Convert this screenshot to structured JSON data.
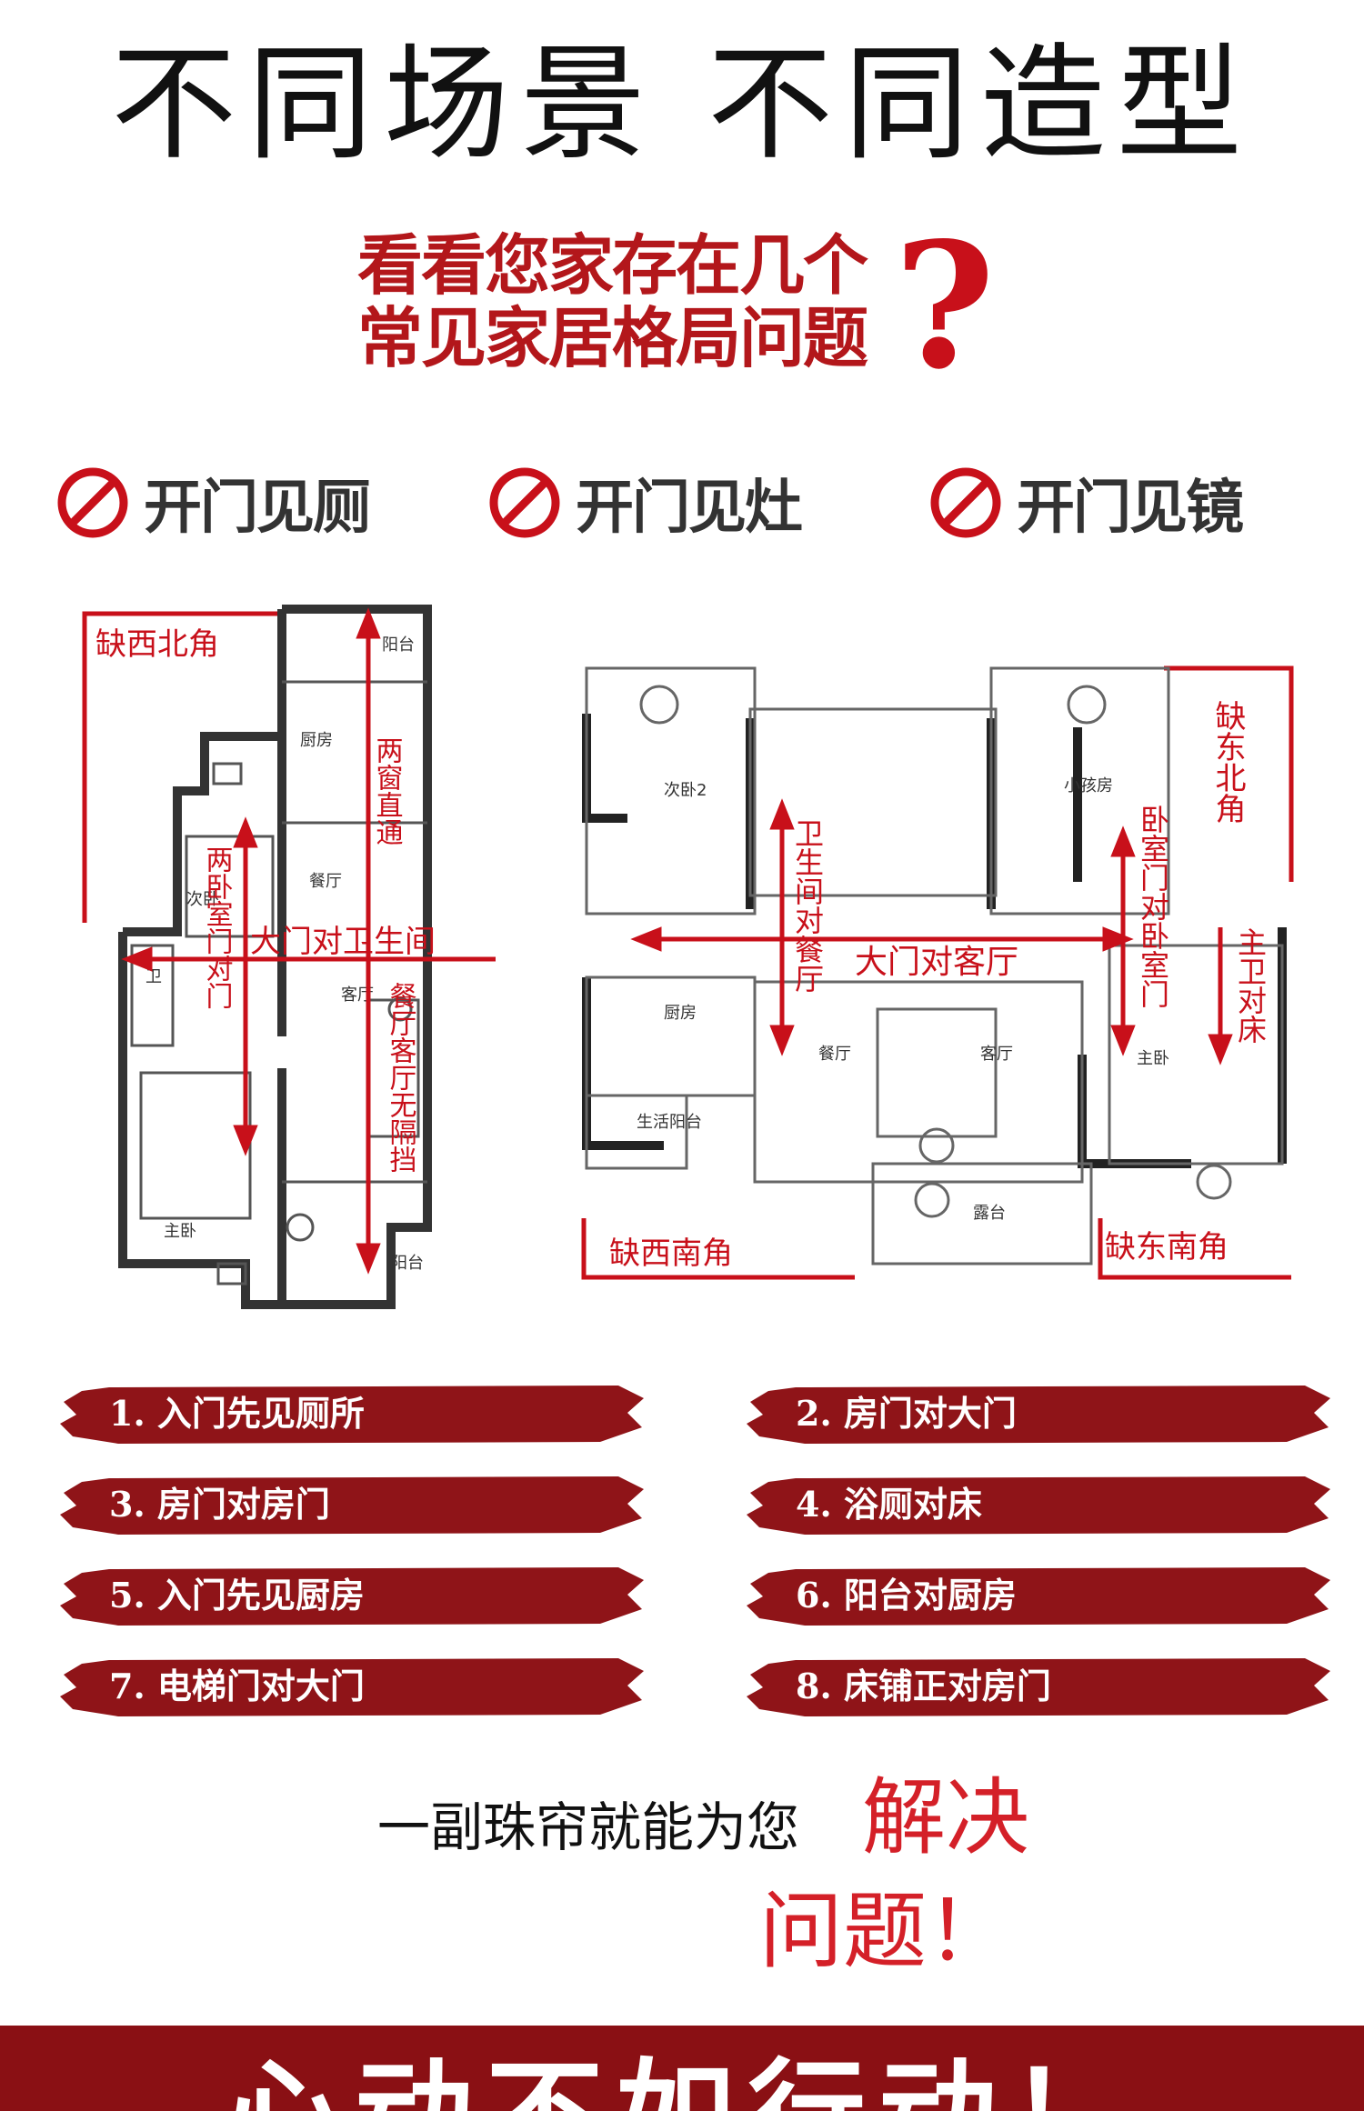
{
  "header": {
    "title": "不同场景 不同造型"
  },
  "question": {
    "line1": "看看您家存在几个",
    "line2": "常见家居格局问题",
    "mark": "?"
  },
  "bans": [
    {
      "label": "开门见厕",
      "icon": "prohibition-icon"
    },
    {
      "label": "开门见灶",
      "icon": "prohibition-icon"
    },
    {
      "label": "开门见镜",
      "icon": "prohibition-icon"
    }
  ],
  "plan_left": {
    "corner": "缺西北角",
    "vertical_1": "两窗直通",
    "vertical_2": "两卧室门对门",
    "horizontal": "大门对卫生间",
    "vertical_3": "餐厅客厅无隔挡",
    "rooms": {
      "balcony_top": "阳台",
      "kitchen": "厨房",
      "dining": "餐厅",
      "second_bedroom": "次卧",
      "living": "客厅",
      "master": "主卧",
      "balcony_bottom": "阳台",
      "bath": "卫"
    }
  },
  "plan_right": {
    "corner_ne": "缺东北角",
    "corner_sw": "缺西南角",
    "corner_se": "缺东南角",
    "vertical_1": "卫生间对餐厅",
    "vertical_2": "卧室门对卧室门",
    "vertical_3": "主卫对床",
    "horizontal": "大门对客厅",
    "rooms": {
      "second_bedroom": "次卧2",
      "small_bedroom": "小孩房",
      "kitchen": "厨房",
      "dining": "餐厅",
      "living": "客厅",
      "utility_balcony": "生活阳台",
      "balcony": "露台",
      "master": "主卧"
    }
  },
  "problems": [
    "1. 入门先见厕所",
    "2. 房门对大门",
    "3. 房门对房门",
    "4. 浴厕对床",
    "5. 入门先见厨房",
    "6. 阳台对厨房",
    "7. 电梯门对大门",
    "8. 床铺正对房门"
  ],
  "slogan": {
    "part1": "一副珠帘就能为您",
    "part2": "解决",
    "part3": "问题！"
  },
  "banner": {
    "text": "心动不如行动！"
  },
  "colors": {
    "accent_red": "#b3171b",
    "banner_red": "#8a1014",
    "brush_red": "#8f1418"
  }
}
